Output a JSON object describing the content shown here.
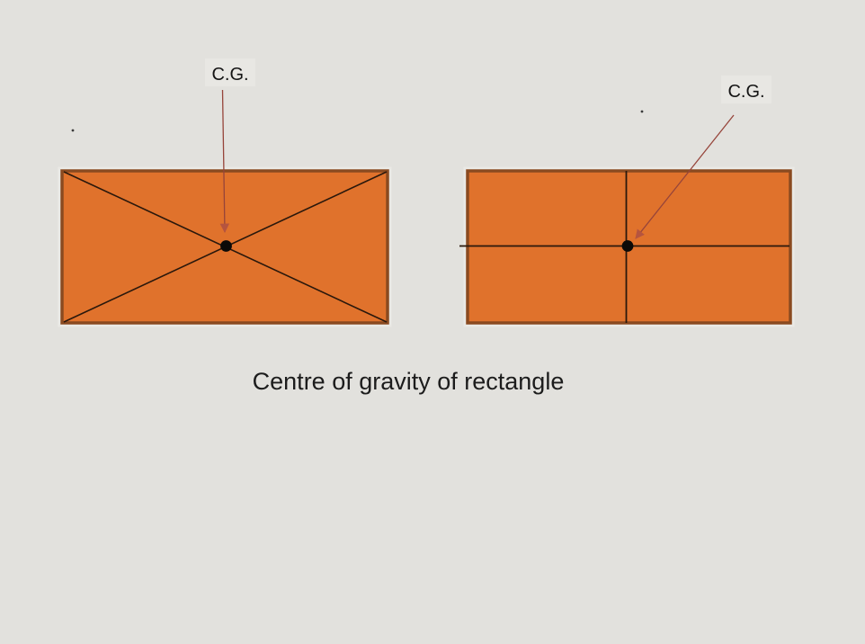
{
  "page": {
    "background_color": "#e2e1dd",
    "caption": "Centre of gravity of rectangle",
    "caption_color": "#1c1c1c"
  },
  "colors": {
    "rectangle_fill": "#e0722c",
    "rectangle_border": "#8a4a20",
    "rectangle_halo": "#eae9e5",
    "construction_line": "#2a180c",
    "cg_dot": "#0b0a08",
    "arrow_line": "#96443a",
    "arrow_head": "#b5543f",
    "label_color": "#141414",
    "label_background": "#e8e7e3",
    "speck": "#3a3a3a"
  },
  "figures": {
    "left": {
      "label": "C.G."
    },
    "right": {
      "label": "C.G."
    }
  }
}
